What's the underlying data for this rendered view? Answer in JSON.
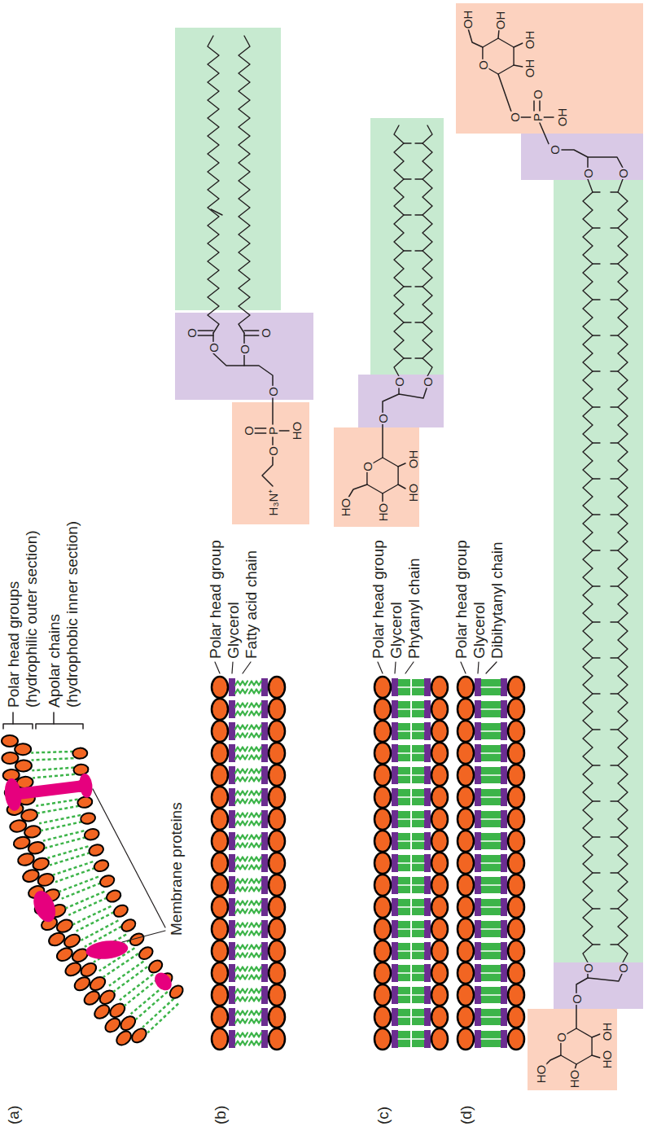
{
  "diagram": {
    "labels": [
      "(a)",
      "Polar head groups",
      "(hydrophilic outer section)",
      "Apolar chains",
      "(hydrophobic inner section)",
      "Membrane proteins",
      "(b)",
      "Polar head group",
      "Glycerol",
      "Fatty acid chain",
      "(c)",
      "Polar head group",
      "Glycerol",
      "Phytanyl chain",
      "(d)",
      "Polar head group",
      "Glycerol",
      "Dibihytanyl chain",
      "H₃N⁺",
      "O",
      "P",
      "O",
      "HO",
      "O",
      "O",
      "O",
      "O",
      "O",
      "HO",
      "HO",
      "HO",
      "OH",
      "O",
      "O",
      "O",
      "O",
      "HO",
      "HO",
      "HO",
      "OH",
      "O",
      "O",
      "O",
      "O",
      "O",
      "O",
      "O",
      "P",
      "O",
      "OH",
      "O",
      "O",
      "OH",
      "OH",
      "OH",
      "OH"
    ]
  }
}
